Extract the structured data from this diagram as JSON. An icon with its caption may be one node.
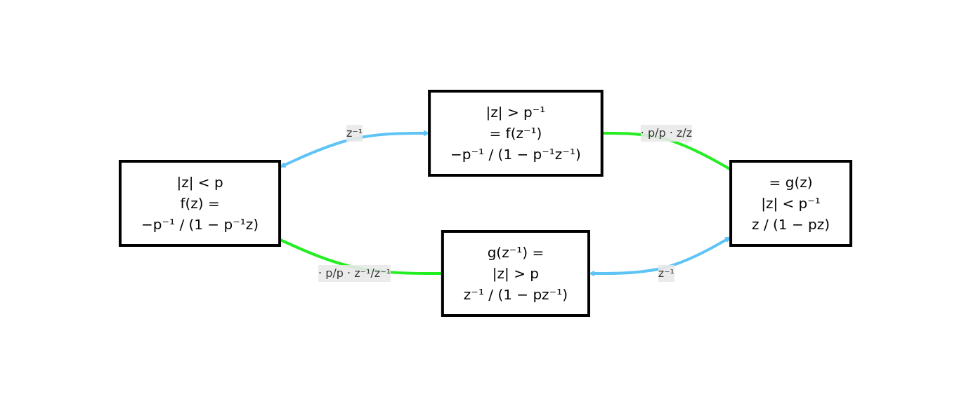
{
  "diagram": {
    "nodes": [
      {
        "text": [
          "|z| < p",
          "f(z) =",
          "−p⁻¹ / (1 − p⁻¹z)"
        ]
      },
      {
        "text": [
          "|z| > p⁻¹",
          "= f(z⁻¹)",
          "−p⁻¹ / (1 − p⁻¹z⁻¹)"
        ]
      },
      {
        "text": [
          "g(z⁻¹) =",
          "|z| > p",
          "z⁻¹ / (1 − pz⁻¹)"
        ]
      },
      {
        "text": [
          "= g(z)",
          "|z| < p⁻¹",
          "z / (1 − pz)"
        ]
      }
    ],
    "edges": [
      {
        "from": 0,
        "to": 1,
        "arrow": "both",
        "label": "z⁻¹",
        "color": "#5ec4f5"
      },
      {
        "from": 0,
        "to": 2,
        "arrow": "none",
        "label": "· p/p · z⁻¹/z⁻¹",
        "color": "#22ee22"
      },
      {
        "from": 1,
        "to": 3,
        "arrow": "none",
        "label": "· p/p · z/z",
        "color": "#22ee22"
      },
      {
        "from": 2,
        "to": 3,
        "arrow": "both",
        "label": "z⁻¹",
        "color": "#5ec4f5"
      }
    ]
  }
}
